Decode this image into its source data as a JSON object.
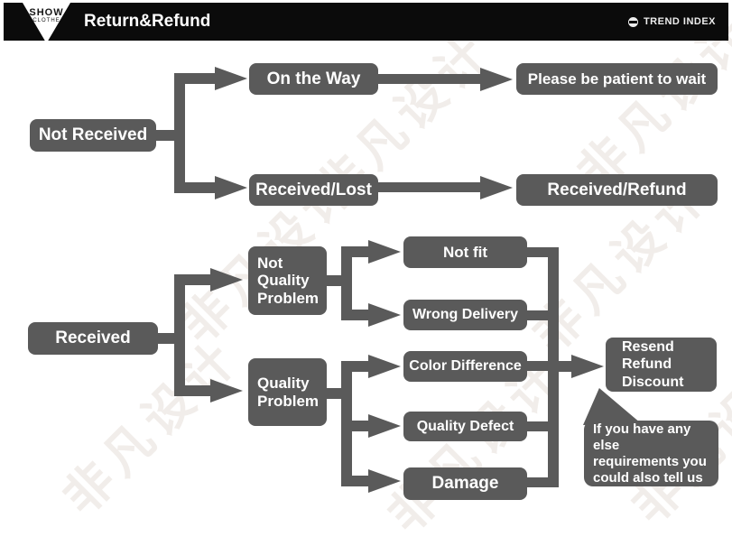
{
  "header": {
    "logo_line1": "SHOW",
    "logo_line2": "CLOTHE",
    "title": "Return&Refund",
    "brand": "TREND INDEX"
  },
  "watermark_text": "非凡设计",
  "colors": {
    "header_bg": "#0b0b0b",
    "node_bg": "#5a5a5a",
    "node_text": "#ffffff",
    "connector": "#5a5a5a",
    "watermark": "#e6dfd9"
  },
  "flowchart": {
    "not_received": "Not Received",
    "on_the_way": "On the Way",
    "patient_wait": "Please be patient to wait",
    "received_lost": "Received/Lost",
    "received_refund": "Received/Refund",
    "received": "Received",
    "not_quality_problem": "Not\nQuality\nProblem",
    "quality_problem": "Quality\nProblem",
    "not_fit": "Not fit",
    "wrong_delivery": "Wrong Delivery",
    "color_difference": "Color Difference",
    "quality_defect": "Quality Defect",
    "damage": "Damage",
    "outcome": "Resend\nRefund\nDiscount",
    "note": "If you have any else\nrequirements you\ncould also tell us"
  }
}
